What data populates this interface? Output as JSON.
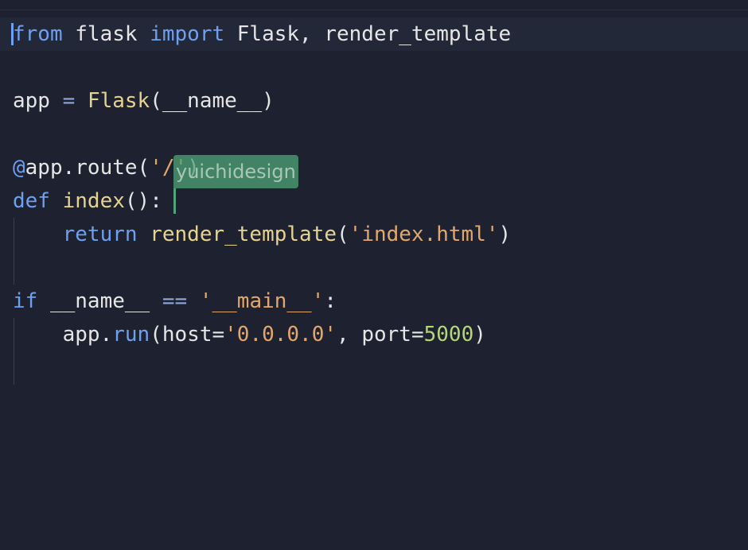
{
  "code": {
    "line1": {
      "kw1": "from",
      "mod": " flask ",
      "kw2": "import",
      "names": " Flask, render_template"
    },
    "line3": {
      "var": "app",
      "eq": " = ",
      "fn": "Flask",
      "args": "(__name__)"
    },
    "line5": {
      "at": "@",
      "obj": "app.route(",
      "str": "'/'",
      "close": ")"
    },
    "line6": {
      "kw": "def",
      "sp": " ",
      "fn": "index",
      "rest": "():"
    },
    "line7": {
      "indent": "    ",
      "kw": "return",
      "sp": " ",
      "fn": "render_template",
      "open": "(",
      "str": "'index.html'",
      "close": ")"
    },
    "line9": {
      "kw": "if",
      "name": " __name__ ",
      "eq": "==",
      "sp": " ",
      "str": "'__main__'",
      "colon": ":"
    },
    "line10": {
      "indent": "    ",
      "obj": "app.",
      "fn": "run",
      "open": "(host=",
      "str": "'0.0.0.0'",
      "mid": ", port=",
      "num": "5000",
      "close": ")"
    }
  },
  "collaborator": {
    "name": "yuichidesign",
    "color": "#4fa377"
  },
  "colors": {
    "background": "#1e2230",
    "keyword": "#6ea0f0",
    "function": "#e6d38f",
    "string": "#e3a76c",
    "number": "#b6d779"
  }
}
